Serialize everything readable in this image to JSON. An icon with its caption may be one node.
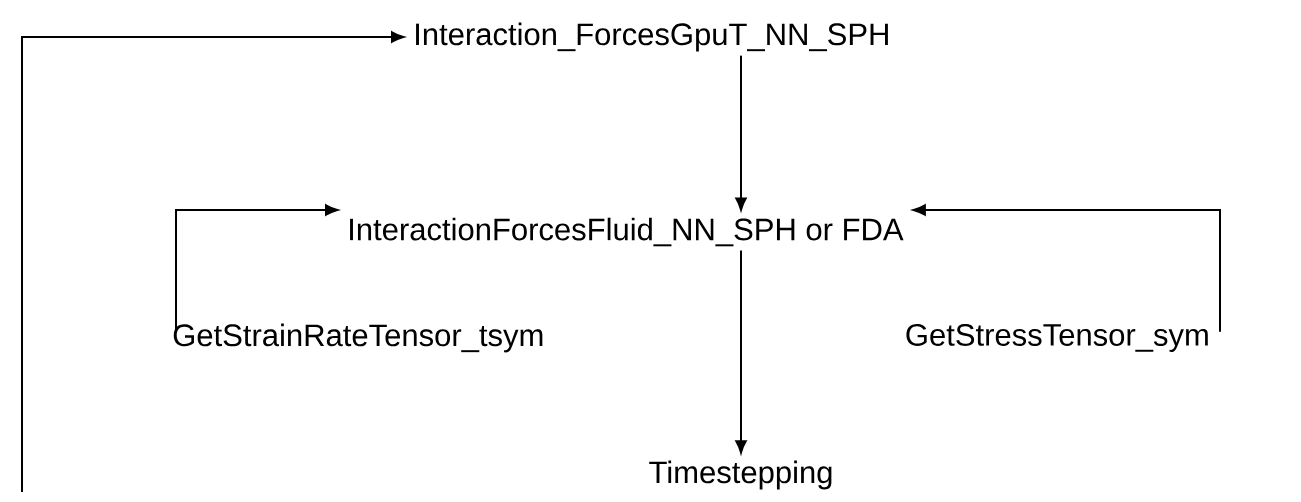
{
  "diagram": {
    "nodes": [
      {
        "text": [
          "Interaction_ForcesGpuT_NN_SPH"
        ]
      },
      {
        "text": [
          "InteractionForcesFluid_NN_SPH or FDA"
        ]
      },
      {
        "text": [
          "GetStrainRateTensor_tsym"
        ]
      },
      {
        "text": [
          "GetStressTensor_sym"
        ]
      },
      {
        "text": [
          "Timestepping"
        ]
      }
    ],
    "edges": [
      {
        "from": 0,
        "to": 1,
        "arrow": "to"
      },
      {
        "from": 2,
        "to": 1,
        "arrow": "to"
      },
      {
        "from": 3,
        "to": 1,
        "arrow": "to"
      },
      {
        "from": 1,
        "to": 4,
        "arrow": "to"
      },
      {
        "from": null,
        "to": 0,
        "arrow": "to"
      }
    ]
  }
}
